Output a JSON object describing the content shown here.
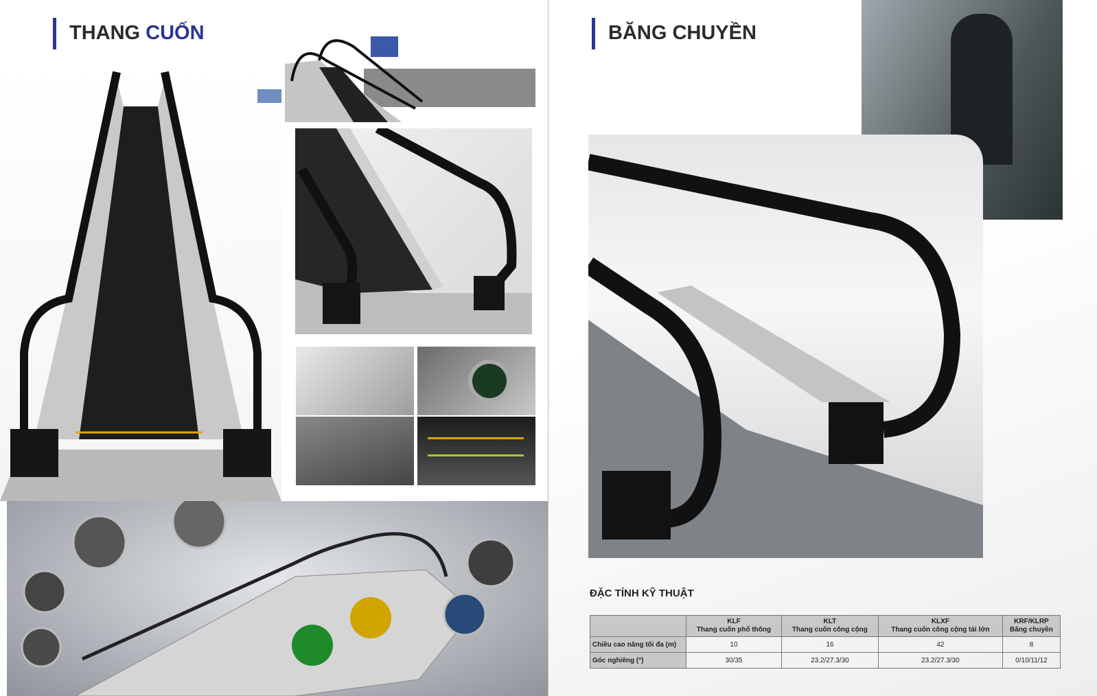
{
  "left": {
    "title_part1": "THANG",
    "title_part2": "CUỐN"
  },
  "right": {
    "title": "BĂNG CHUYỀN"
  },
  "spec": {
    "heading": "ĐẶC TÍNH KỸ THUẬT",
    "columns": [
      {
        "code": "KLF",
        "name": "Thang cuốn phổ thông"
      },
      {
        "code": "KLT",
        "name": "Thang cuốn công cộng"
      },
      {
        "code": "KLXF",
        "name": "Thang cuốn công cộng tải lớn"
      },
      {
        "code": "KRF/KLRP",
        "name": "Băng chuyền"
      }
    ],
    "rows": [
      {
        "label": "Chiều cao nâng tối đa (m)",
        "values": [
          "10",
          "16",
          "42",
          "8"
        ]
      },
      {
        "label": "Góc nghiêng (°)",
        "values": [
          "30/35",
          "23.2/27.3/30",
          "23.2/27.3/30",
          "0/10/11/12"
        ]
      }
    ]
  },
  "colors": {
    "accent": "#2a3590",
    "text": "#2b2b2b",
    "table_header": "#c8c8c8"
  }
}
